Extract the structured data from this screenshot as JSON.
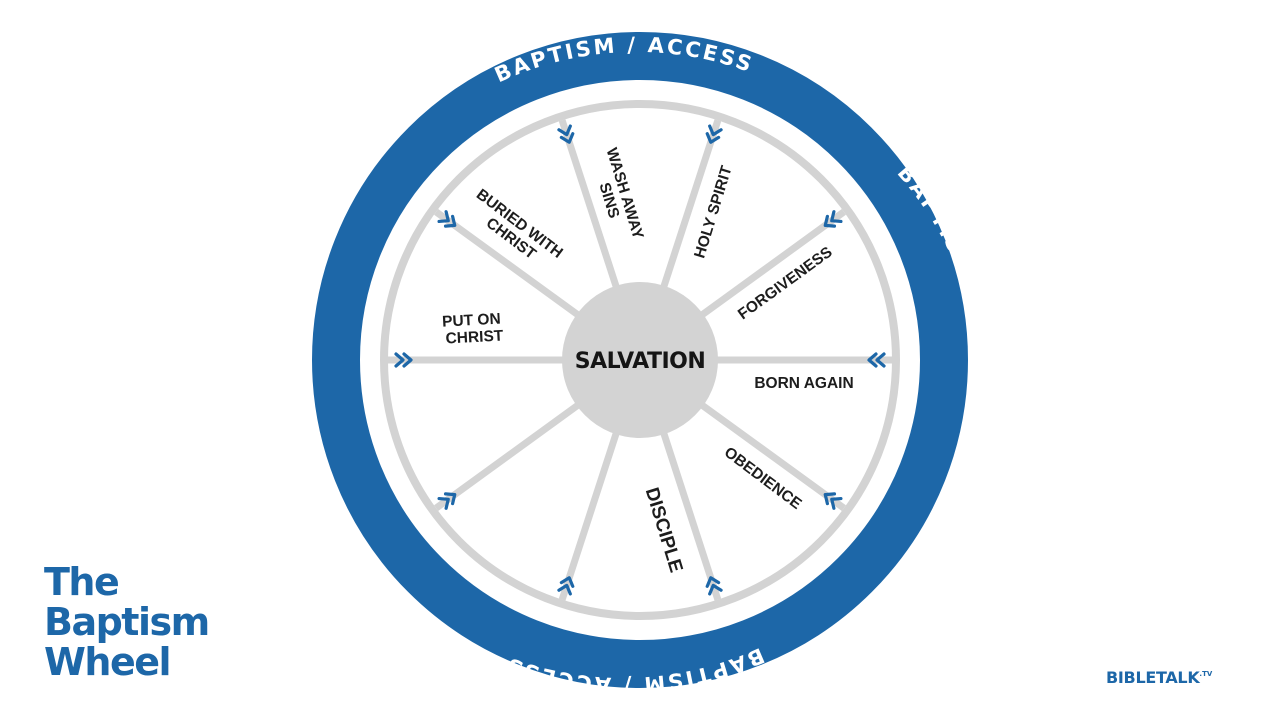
{
  "title": {
    "line1": "The",
    "line2": "Baptism",
    "line3": "Wheel"
  },
  "hub": {
    "label": "SALVATION"
  },
  "ring": {
    "labels": [
      "BAPTISM / ACCESS",
      "BAPTISM / ACCESS",
      "BAPTISM / ACCESS",
      "BAPTISM / ACCESS"
    ]
  },
  "spokes": [
    {
      "lines": [
        "PUT ON",
        "CHRIST"
      ]
    },
    {
      "lines": [
        "BURIED WITH",
        "CHRIST"
      ]
    },
    {
      "lines": [
        "WASH AWAY",
        "SINS"
      ]
    },
    {
      "lines": [
        "HOLY SPIRIT"
      ]
    },
    {
      "lines": [
        "FORGIVENESS"
      ]
    },
    {
      "lines": [
        "BORN AGAIN"
      ]
    },
    {
      "lines": [
        "OBEDIENCE"
      ]
    },
    {
      "lines": [
        "DISCIPLE"
      ]
    },
    {
      "lines": []
    },
    {
      "lines": []
    }
  ],
  "brand": {
    "name": "BIBLETALK",
    "suffix": ".TV"
  },
  "colors": {
    "ring": "#1d67a8",
    "hub": "#d3d3d3",
    "spoke": "#d3d3d3",
    "rim": "#d3d3d3",
    "arrow": "#1d67a8"
  }
}
